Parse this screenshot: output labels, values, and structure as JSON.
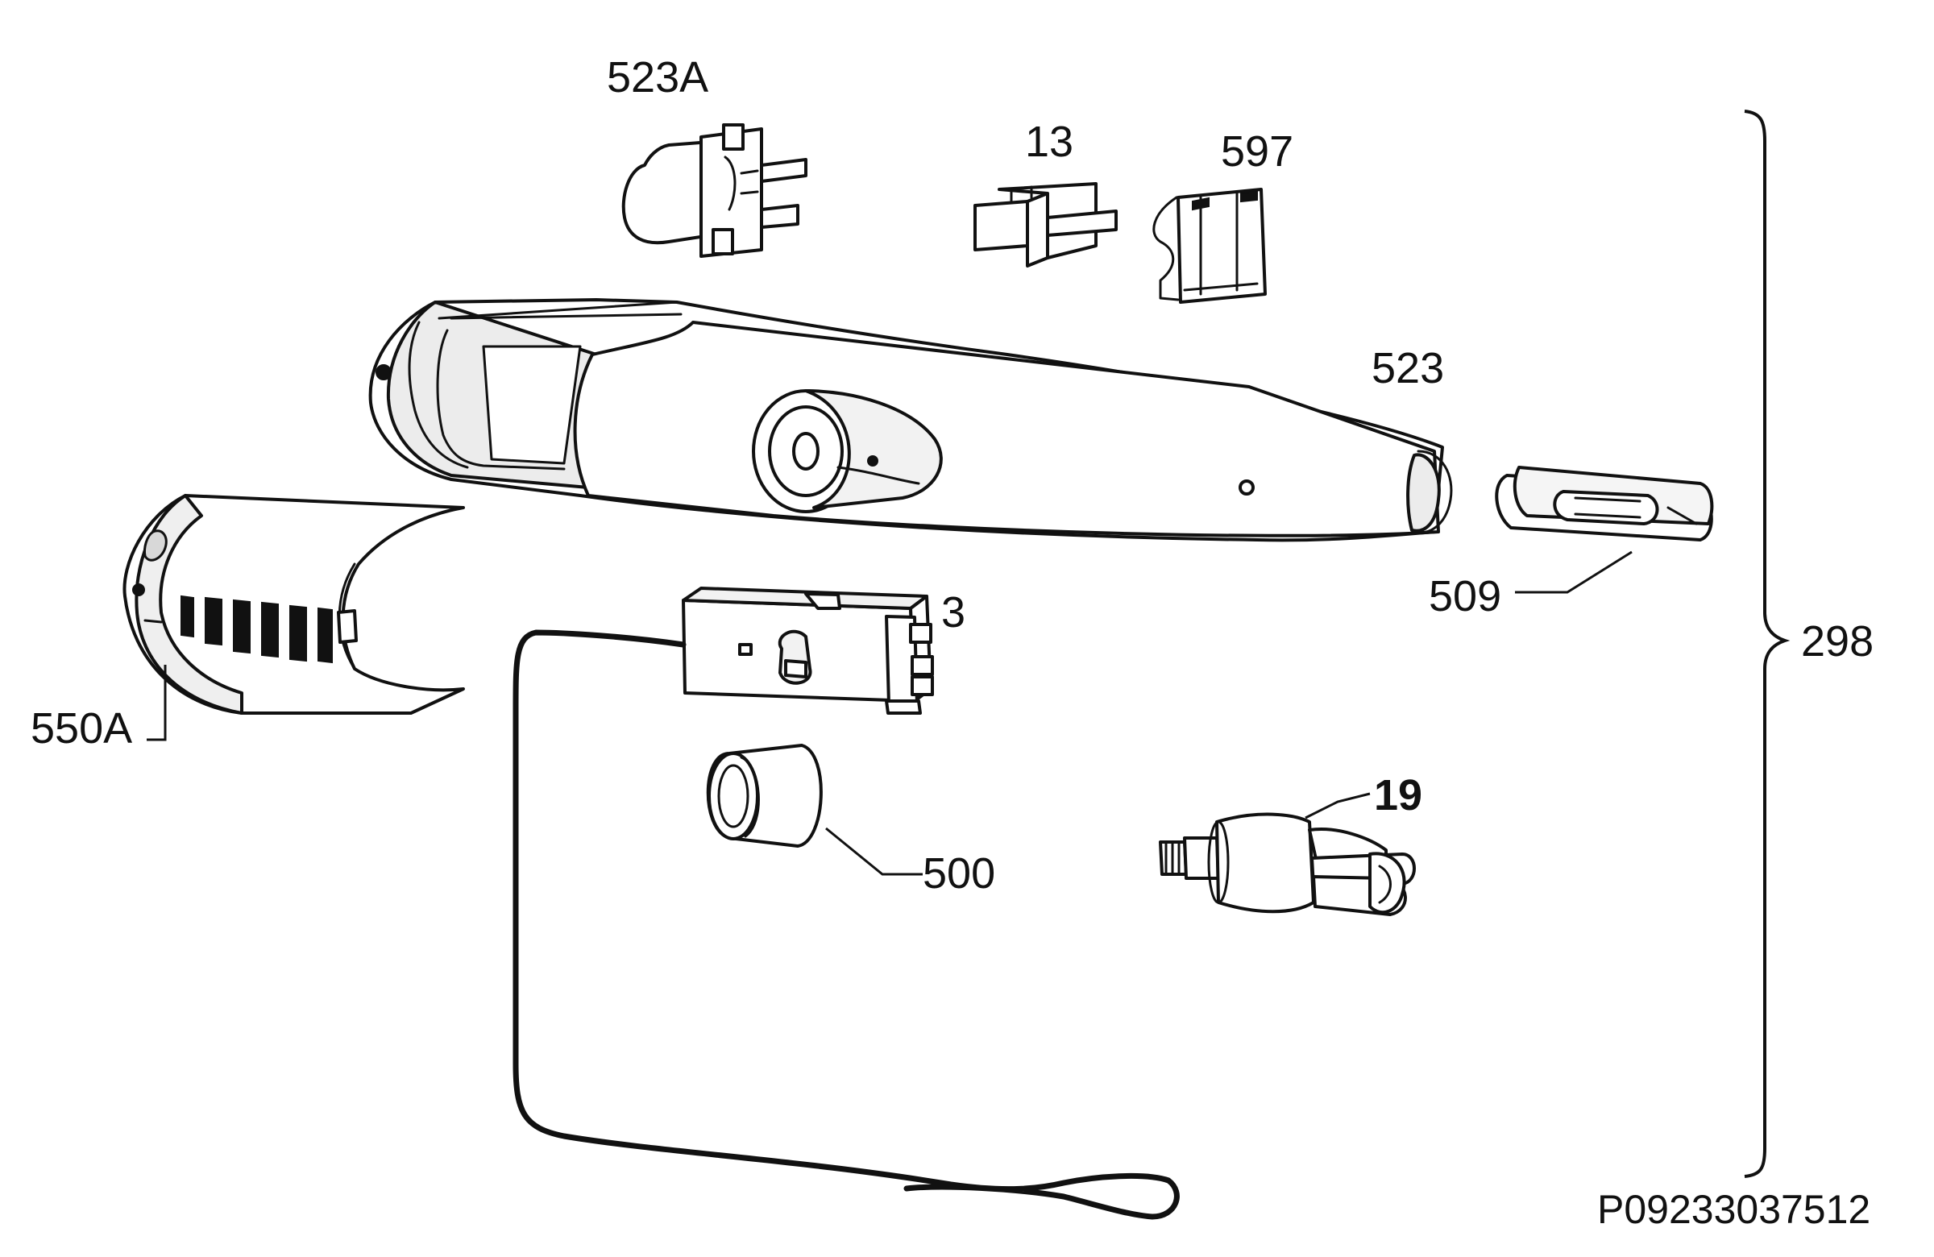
{
  "labels": {
    "p523A": "523A",
    "p13": "13",
    "p597": "597",
    "p523": "523",
    "p509": "509",
    "p298": "298",
    "p550A": "550A",
    "p3": "3",
    "p500": "500",
    "p19": "19",
    "drawing_code": "P09233037512"
  }
}
